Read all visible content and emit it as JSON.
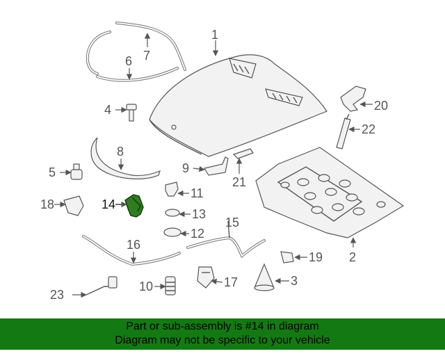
{
  "callouts": {
    "c1": "1",
    "c2": "2",
    "c3": "3",
    "c4": "4",
    "c5": "5",
    "c6": "6",
    "c7": "7",
    "c8": "8",
    "c9": "9",
    "c10": "10",
    "c11": "11",
    "c12": "12",
    "c13": "13",
    "c14": "14",
    "c15": "15",
    "c16": "16",
    "c17": "17",
    "c18": "18",
    "c19": "19",
    "c20": "20",
    "c21": "21",
    "c22": "22",
    "c23": "23"
  },
  "highlight": {
    "part_number": "14",
    "color": "#2f7d1f"
  },
  "banner": {
    "line1": "Part or sub-assembly is #14 in diagram",
    "line2": "Diagram may not be specific to your vehicle",
    "background": "#137a13"
  }
}
